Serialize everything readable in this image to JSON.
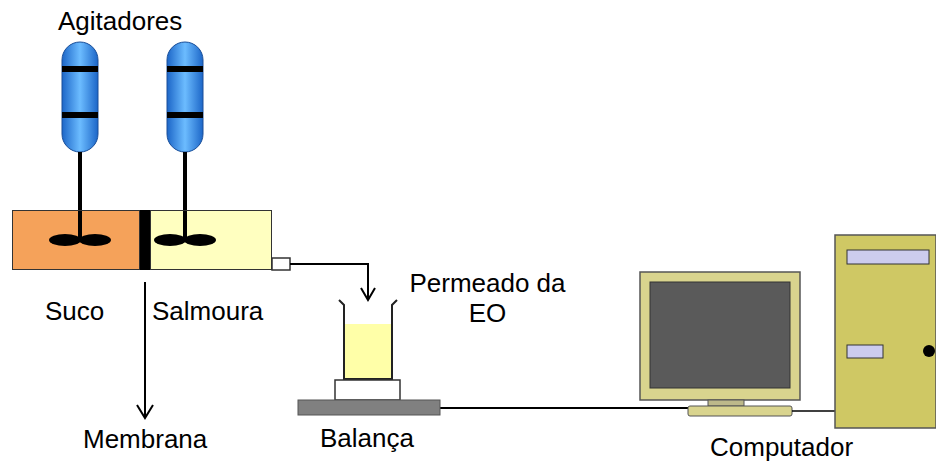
{
  "diagram": {
    "nodes": [
      {
        "text": [
          "Suco"
        ]
      },
      {
        "text": [
          "Salmoura"
        ]
      },
      {
        "text": [
          "Permeado da EO"
        ]
      },
      {
        "text": [
          "Balança"
        ]
      },
      {
        "text": [
          "Computador"
        ]
      }
    ],
    "edges": [
      {
        "from": 1,
        "to": 2,
        "arrow": "to"
      },
      {
        "from": 3,
        "to": 4,
        "arrow": "none"
      }
    ],
    "labels": [
      "Agitadores",
      "Membrana"
    ]
  }
}
